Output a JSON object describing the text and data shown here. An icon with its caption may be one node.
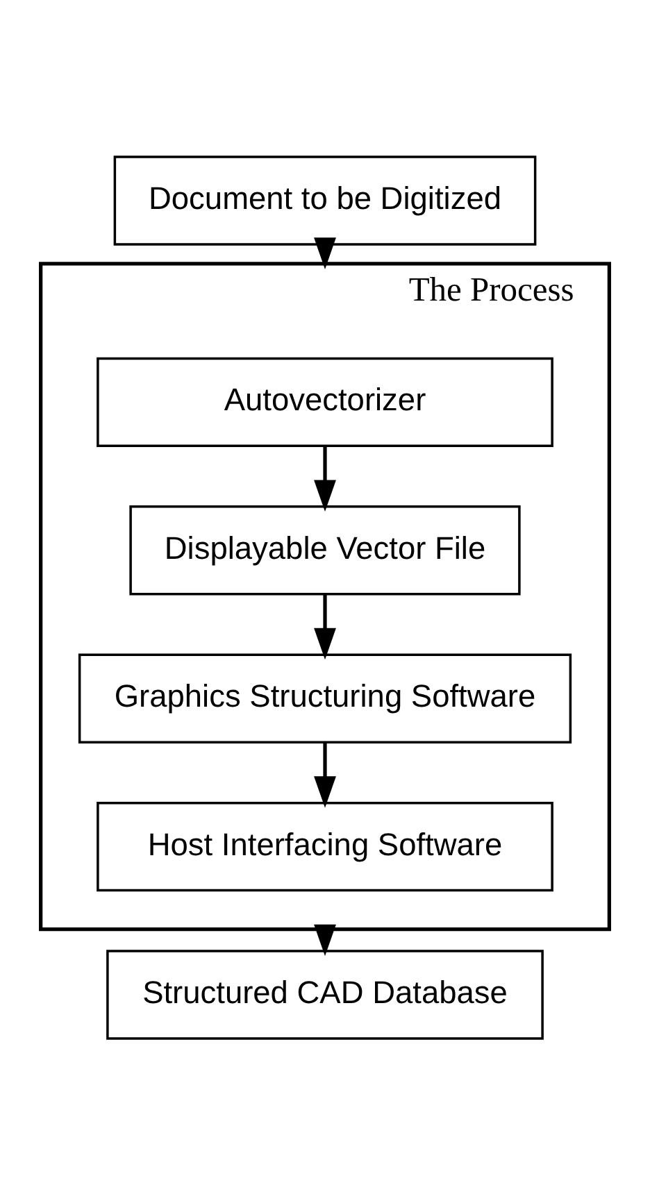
{
  "diagram": {
    "nodes": [
      {
        "text": [
          "Document to be Digitized"
        ]
      },
      {
        "text": [
          "The Process"
        ]
      },
      {
        "text": [
          "Autovectorizer"
        ],
        "in": 1
      },
      {
        "text": [
          "Displayable Vector File"
        ],
        "in": 1
      },
      {
        "text": [
          "Graphics Structuring Software"
        ],
        "in": 1
      },
      {
        "text": [
          "Host Interfacing Software"
        ],
        "in": 1
      },
      {
        "text": [
          "Structured CAD Database"
        ]
      }
    ],
    "edges": [
      {
        "from": 0,
        "to": 1,
        "arrow": "to"
      },
      {
        "from": 2,
        "to": 3,
        "arrow": "to"
      },
      {
        "from": 3,
        "to": 4,
        "arrow": "to"
      },
      {
        "from": 4,
        "to": 5,
        "arrow": "to"
      },
      {
        "from": 1,
        "to": 6,
        "arrow": "to"
      }
    ]
  }
}
